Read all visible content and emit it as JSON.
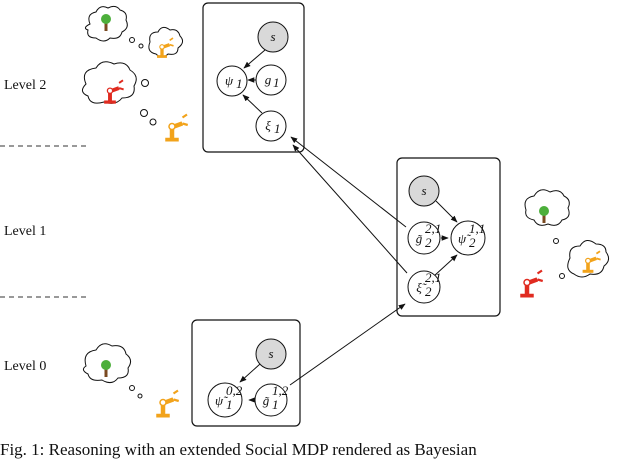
{
  "levels": [
    {
      "label": "Level 2"
    },
    {
      "label": "Level 1"
    },
    {
      "label": "Level 0"
    }
  ],
  "nodes": {
    "top_s": {
      "base": "s"
    },
    "top_psi": {
      "base": "ψ",
      "sub": "1",
      "sup": ""
    },
    "top_g": {
      "base": "g",
      "sub": "1",
      "sup": ""
    },
    "top_xi": {
      "base": "ξ",
      "sub": "1",
      "sup": ""
    },
    "mid_s": {
      "base": "s"
    },
    "mid_g": {
      "base": "g̃",
      "sub": "2",
      "sup": "2,1"
    },
    "mid_psi": {
      "base": "ψ̃",
      "sub": "2",
      "sup": "1,1"
    },
    "mid_xi": {
      "base": "ξ̃",
      "sub": "2",
      "sup": "2,1"
    },
    "bot_s": {
      "base": "s"
    },
    "bot_psi": {
      "base": "ψ̃",
      "sub": "1",
      "sup": "0,2"
    },
    "bot_g": {
      "base": "g̃",
      "sub": "1",
      "sup": "1,2"
    }
  },
  "icons": {
    "robot_colors": {
      "red": "#e02b20",
      "orange": "#f2a31b"
    },
    "tree_color": "#4caf3b"
  },
  "caption": "Fig. 1: Reasoning with an extended Social MDP rendered as Bayesian"
}
